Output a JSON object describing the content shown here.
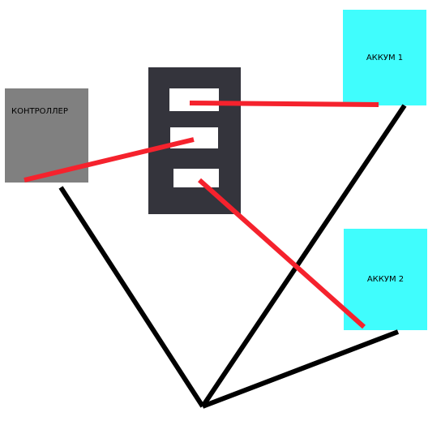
{
  "controller": {
    "label": "КОНТРОЛЛЕР"
  },
  "battery_1": {
    "label": "АККУМ 1"
  },
  "battery_2": {
    "label": "АККУМ 2"
  },
  "colors": {
    "controller": "#808080",
    "switch_box": "#34343c",
    "battery": "#40fdfd",
    "positive_wire": "#f5222d",
    "negative_wire": "#000000"
  }
}
